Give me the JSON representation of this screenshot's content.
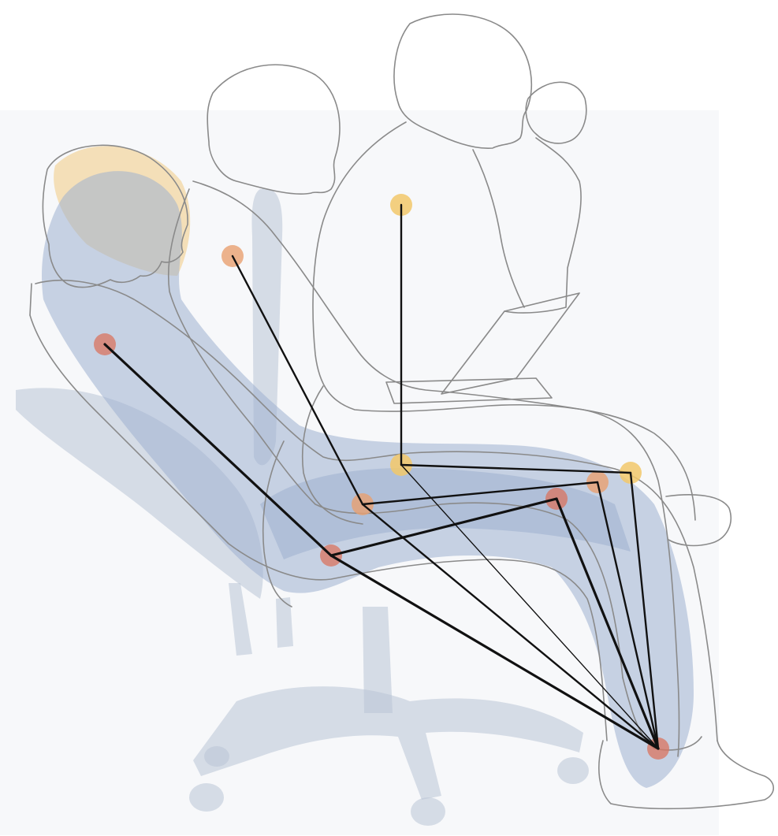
{
  "figure": {
    "description_colors": {
      "background": "#ffffff",
      "panel": "#f7f8fa",
      "body_wash": "#9fb0cf",
      "chair_wash": "#b9c4d6",
      "hair_wash": "#f1cf8c",
      "outline": "#8a8a8a",
      "linkage": "#111111",
      "joint_red": "#d9735f",
      "joint_orange": "#e9a070",
      "joint_yellow": "#f2c86a"
    },
    "postures": [
      {
        "name": "reclined",
        "joint_color": "#d9735f"
      },
      {
        "name": "upright",
        "joint_color": "#e9a070"
      },
      {
        "name": "forward",
        "joint_color": "#f2c86a"
      }
    ]
  }
}
